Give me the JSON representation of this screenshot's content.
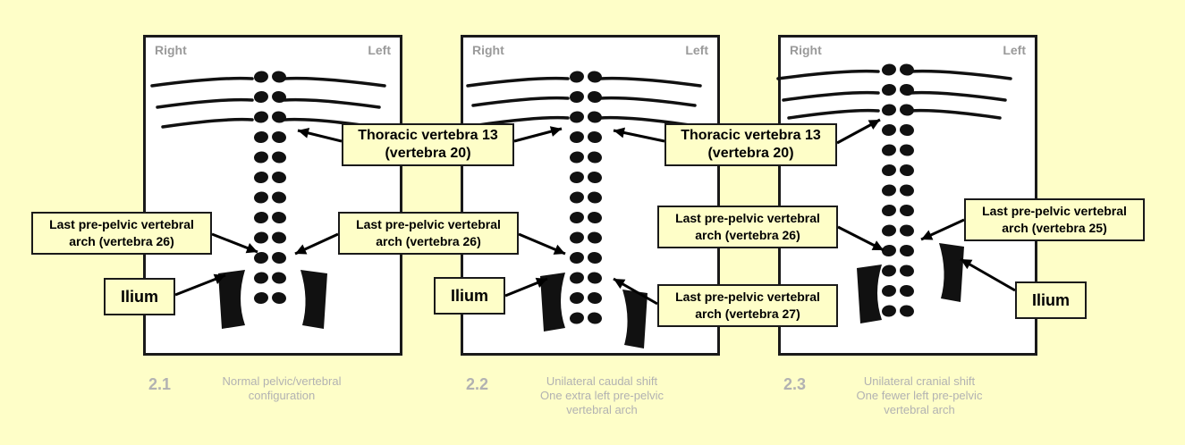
{
  "panels": [
    {
      "side_right": "Right",
      "side_left": "Left",
      "number": "2.1",
      "caption_lines": [
        "Normal pelvic/vertebral",
        "configuration"
      ]
    },
    {
      "side_right": "Right",
      "side_left": "Left",
      "number": "2.2",
      "caption_lines": [
        "Unilateral caudal shift",
        "One extra left pre-pelvic",
        "vertebral arch"
      ]
    },
    {
      "side_right": "Right",
      "side_left": "Left",
      "number": "2.3",
      "caption_lines": [
        "Unilateral cranial shift",
        "One fewer left pre-pelvic",
        "vertebral arch"
      ]
    }
  ],
  "callouts": {
    "thoracic_1": [
      "Thoracic vertebra 13",
      "(vertebra 20)"
    ],
    "thoracic_2": [
      "Thoracic vertebra 13",
      "(vertebra 20)"
    ],
    "prepelvic_p1": [
      "Last pre-pelvic vertebral",
      "arch (vertebra 26)"
    ],
    "prepelvic_p2_right": [
      "Last pre-pelvic vertebral",
      "arch (vertebra 26)"
    ],
    "prepelvic_p2_left": [
      "Last pre-pelvic vertebral",
      "arch (vertebra 27)"
    ],
    "prepelvic_p3_right": [
      "Last pre-pelvic vertebral",
      "arch (vertebra 26)"
    ],
    "prepelvic_p3_left": [
      "Last pre-pelvic vertebral",
      "arch (vertebra 25)"
    ],
    "ilium_1": "Ilium",
    "ilium_2": "Ilium",
    "ilium_3": "Ilium"
  },
  "colors": {
    "background": "#fefec8",
    "bone": "#111111",
    "caption": "#b2b2b2"
  }
}
